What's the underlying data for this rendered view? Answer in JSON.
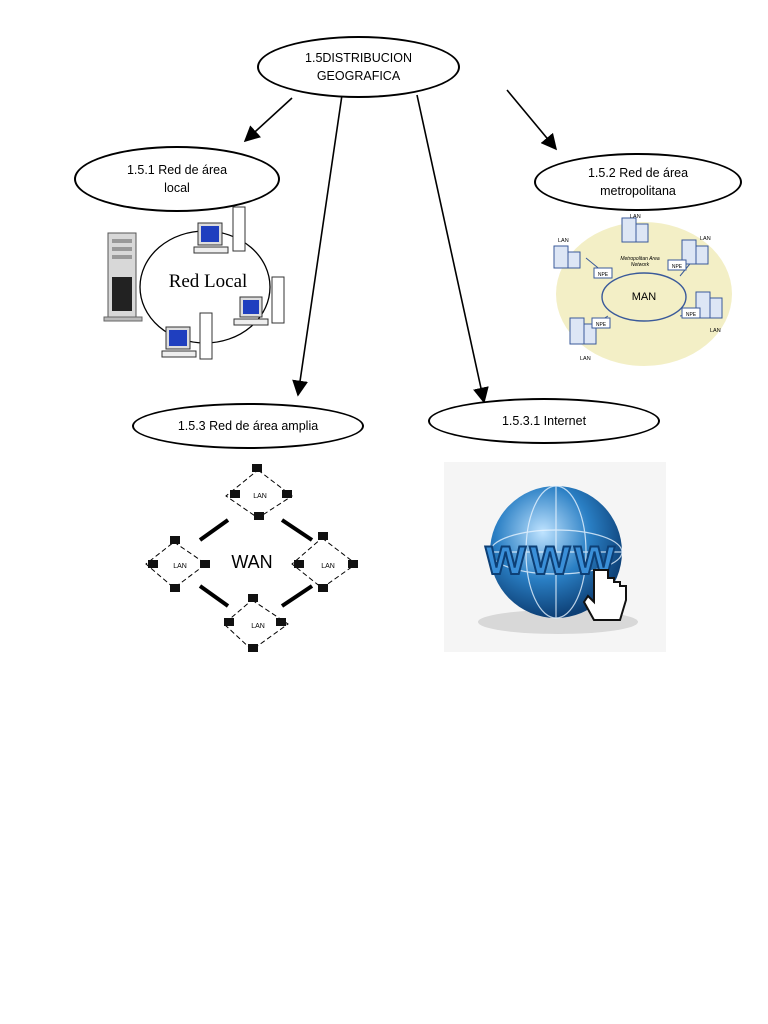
{
  "nodes": {
    "root": "1.5DISTRIBUCION\nGEOGRAFICA",
    "lan": "1.5.1 Red de área\nlocal",
    "man": "1.5.2 Red de área\nmetropolitana",
    "wan": "1.5.3 Red de área amplia",
    "internet": "1.5.3.1 Internet"
  },
  "lan_image": {
    "caption": "Red Local"
  },
  "man_image": {
    "center_label": "MAN",
    "network_title": "Metropolitan Area\nNetwork",
    "lan_label": "LAN",
    "npe_label": "NPE"
  },
  "wan_image": {
    "center_label": "WAN",
    "lan_label": "LAN"
  },
  "internet_image": {
    "label": "www"
  },
  "colors": {
    "man_bg": "#f3efc6",
    "globe": "#2a7fc4",
    "www_text": "#3a8fd8",
    "monitor": "#1f3fbf"
  }
}
